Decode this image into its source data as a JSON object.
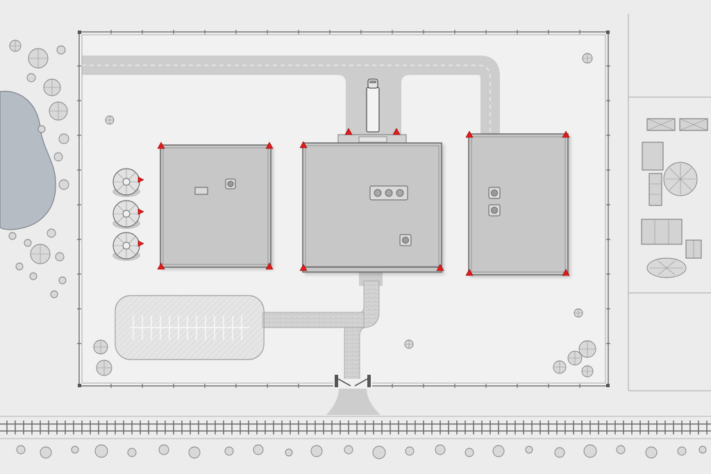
{
  "map": {
    "style": "pencil-sketch site plan",
    "elements": {
      "site_boundary": "fenced-perimeter",
      "buildings": [
        "building-west",
        "building-center",
        "building-east"
      ],
      "silo_count": 3,
      "parking_lot": "parking-lot",
      "railway": "railway-track",
      "pond": "pond",
      "truck": "delivery-truck",
      "gate": "main-gate"
    },
    "icons": {
      "corner_marker": "red-triangle-marker-icon",
      "tree": "tree-icon",
      "silo": "silo-icon",
      "vent": "roof-vent-icon"
    },
    "colors": {
      "marker": "#e21b1b",
      "building": "#c7c7c7",
      "water": "#b5bcc3",
      "background": "#ececec",
      "road": "#cdcdcd"
    }
  }
}
